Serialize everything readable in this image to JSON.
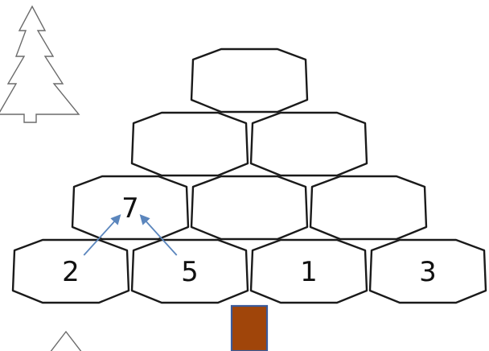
{
  "puzzle": {
    "rows": [
      [
        {
          "value": ""
        }
      ],
      [
        {
          "value": ""
        },
        {
          "value": ""
        }
      ],
      [
        {
          "value": "7"
        },
        {
          "value": ""
        },
        {
          "value": ""
        }
      ],
      [
        {
          "value": "2"
        },
        {
          "value": "5"
        },
        {
          "value": "1"
        },
        {
          "value": "3"
        }
      ]
    ],
    "hint_arrows": [
      {
        "from_row": 3,
        "from_col": 0,
        "to_row": 2,
        "to_col": 0
      },
      {
        "from_row": 3,
        "from_col": 1,
        "to_row": 2,
        "to_col": 0
      }
    ]
  },
  "colors": {
    "hex_stroke": "#1a1a1a",
    "trunk_fill": "#a0450a",
    "trunk_stroke": "#3b5a9a",
    "arrow": "#5b86bd",
    "tree_outline": "#6b6b6b"
  },
  "icons": {
    "decor_top": "pine-tree-outline",
    "decor_bottom": "pine-tree-outline-partial"
  }
}
